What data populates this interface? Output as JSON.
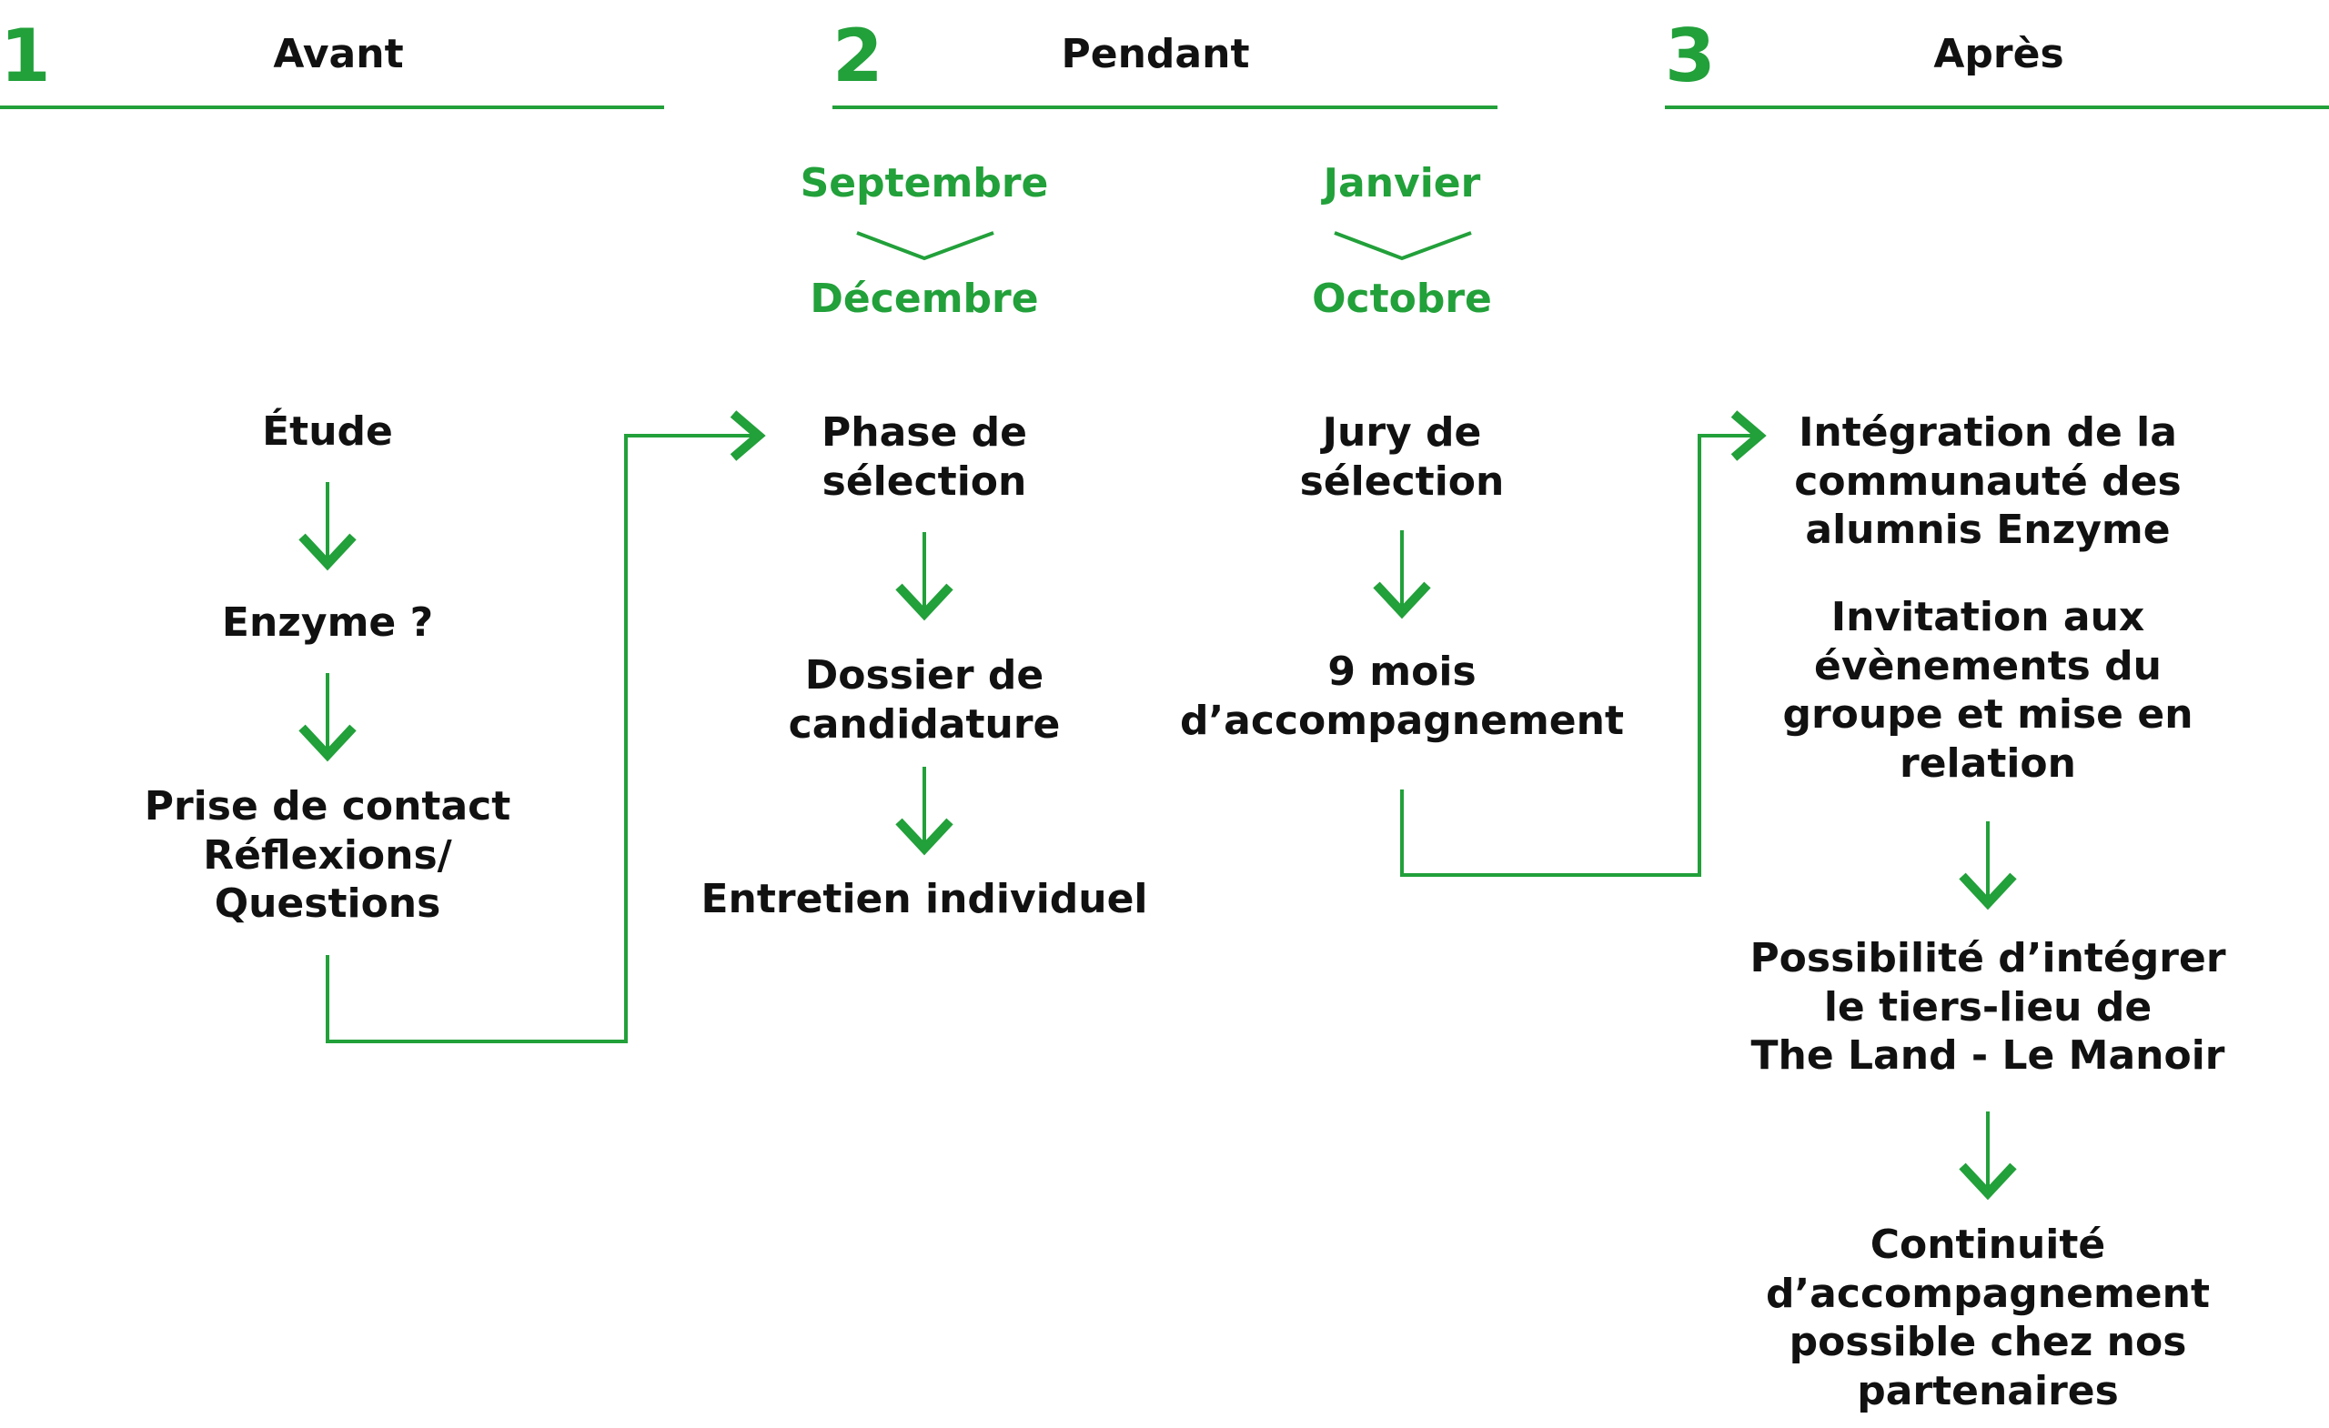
{
  "colors": {
    "accent": "#22a03a",
    "text": "#111111"
  },
  "phases": [
    {
      "number": "1",
      "label": "Avant"
    },
    {
      "number": "2",
      "label": "Pendant"
    },
    {
      "number": "3",
      "label": "Après"
    }
  ],
  "periods": [
    {
      "from": "Septembre",
      "to": "Décembre"
    },
    {
      "from": "Janvier",
      "to": "Octobre"
    }
  ],
  "steps": {
    "avant": [
      "Étude",
      "Enzyme ?",
      "Prise de contact\nRéflexions/\nQuestions"
    ],
    "selection": [
      "Phase de\nsélection",
      "Dossier de\ncandidature",
      "Entretien individuel"
    ],
    "accompagnement": [
      "Jury de\nsélection",
      "9 mois\nd’accompagnement"
    ],
    "apres": [
      "Intégration de la\ncommunauté des\nalumnis Enzyme",
      "Invitation aux\névènements du\ngroupe et mise en\nrelation",
      "Possibilité d’intégrer\nle tiers-lieu de\nThe Land - Le Manoir",
      "Continuité\nd’accompagnement\npossible chez nos\npartenaires"
    ]
  }
}
